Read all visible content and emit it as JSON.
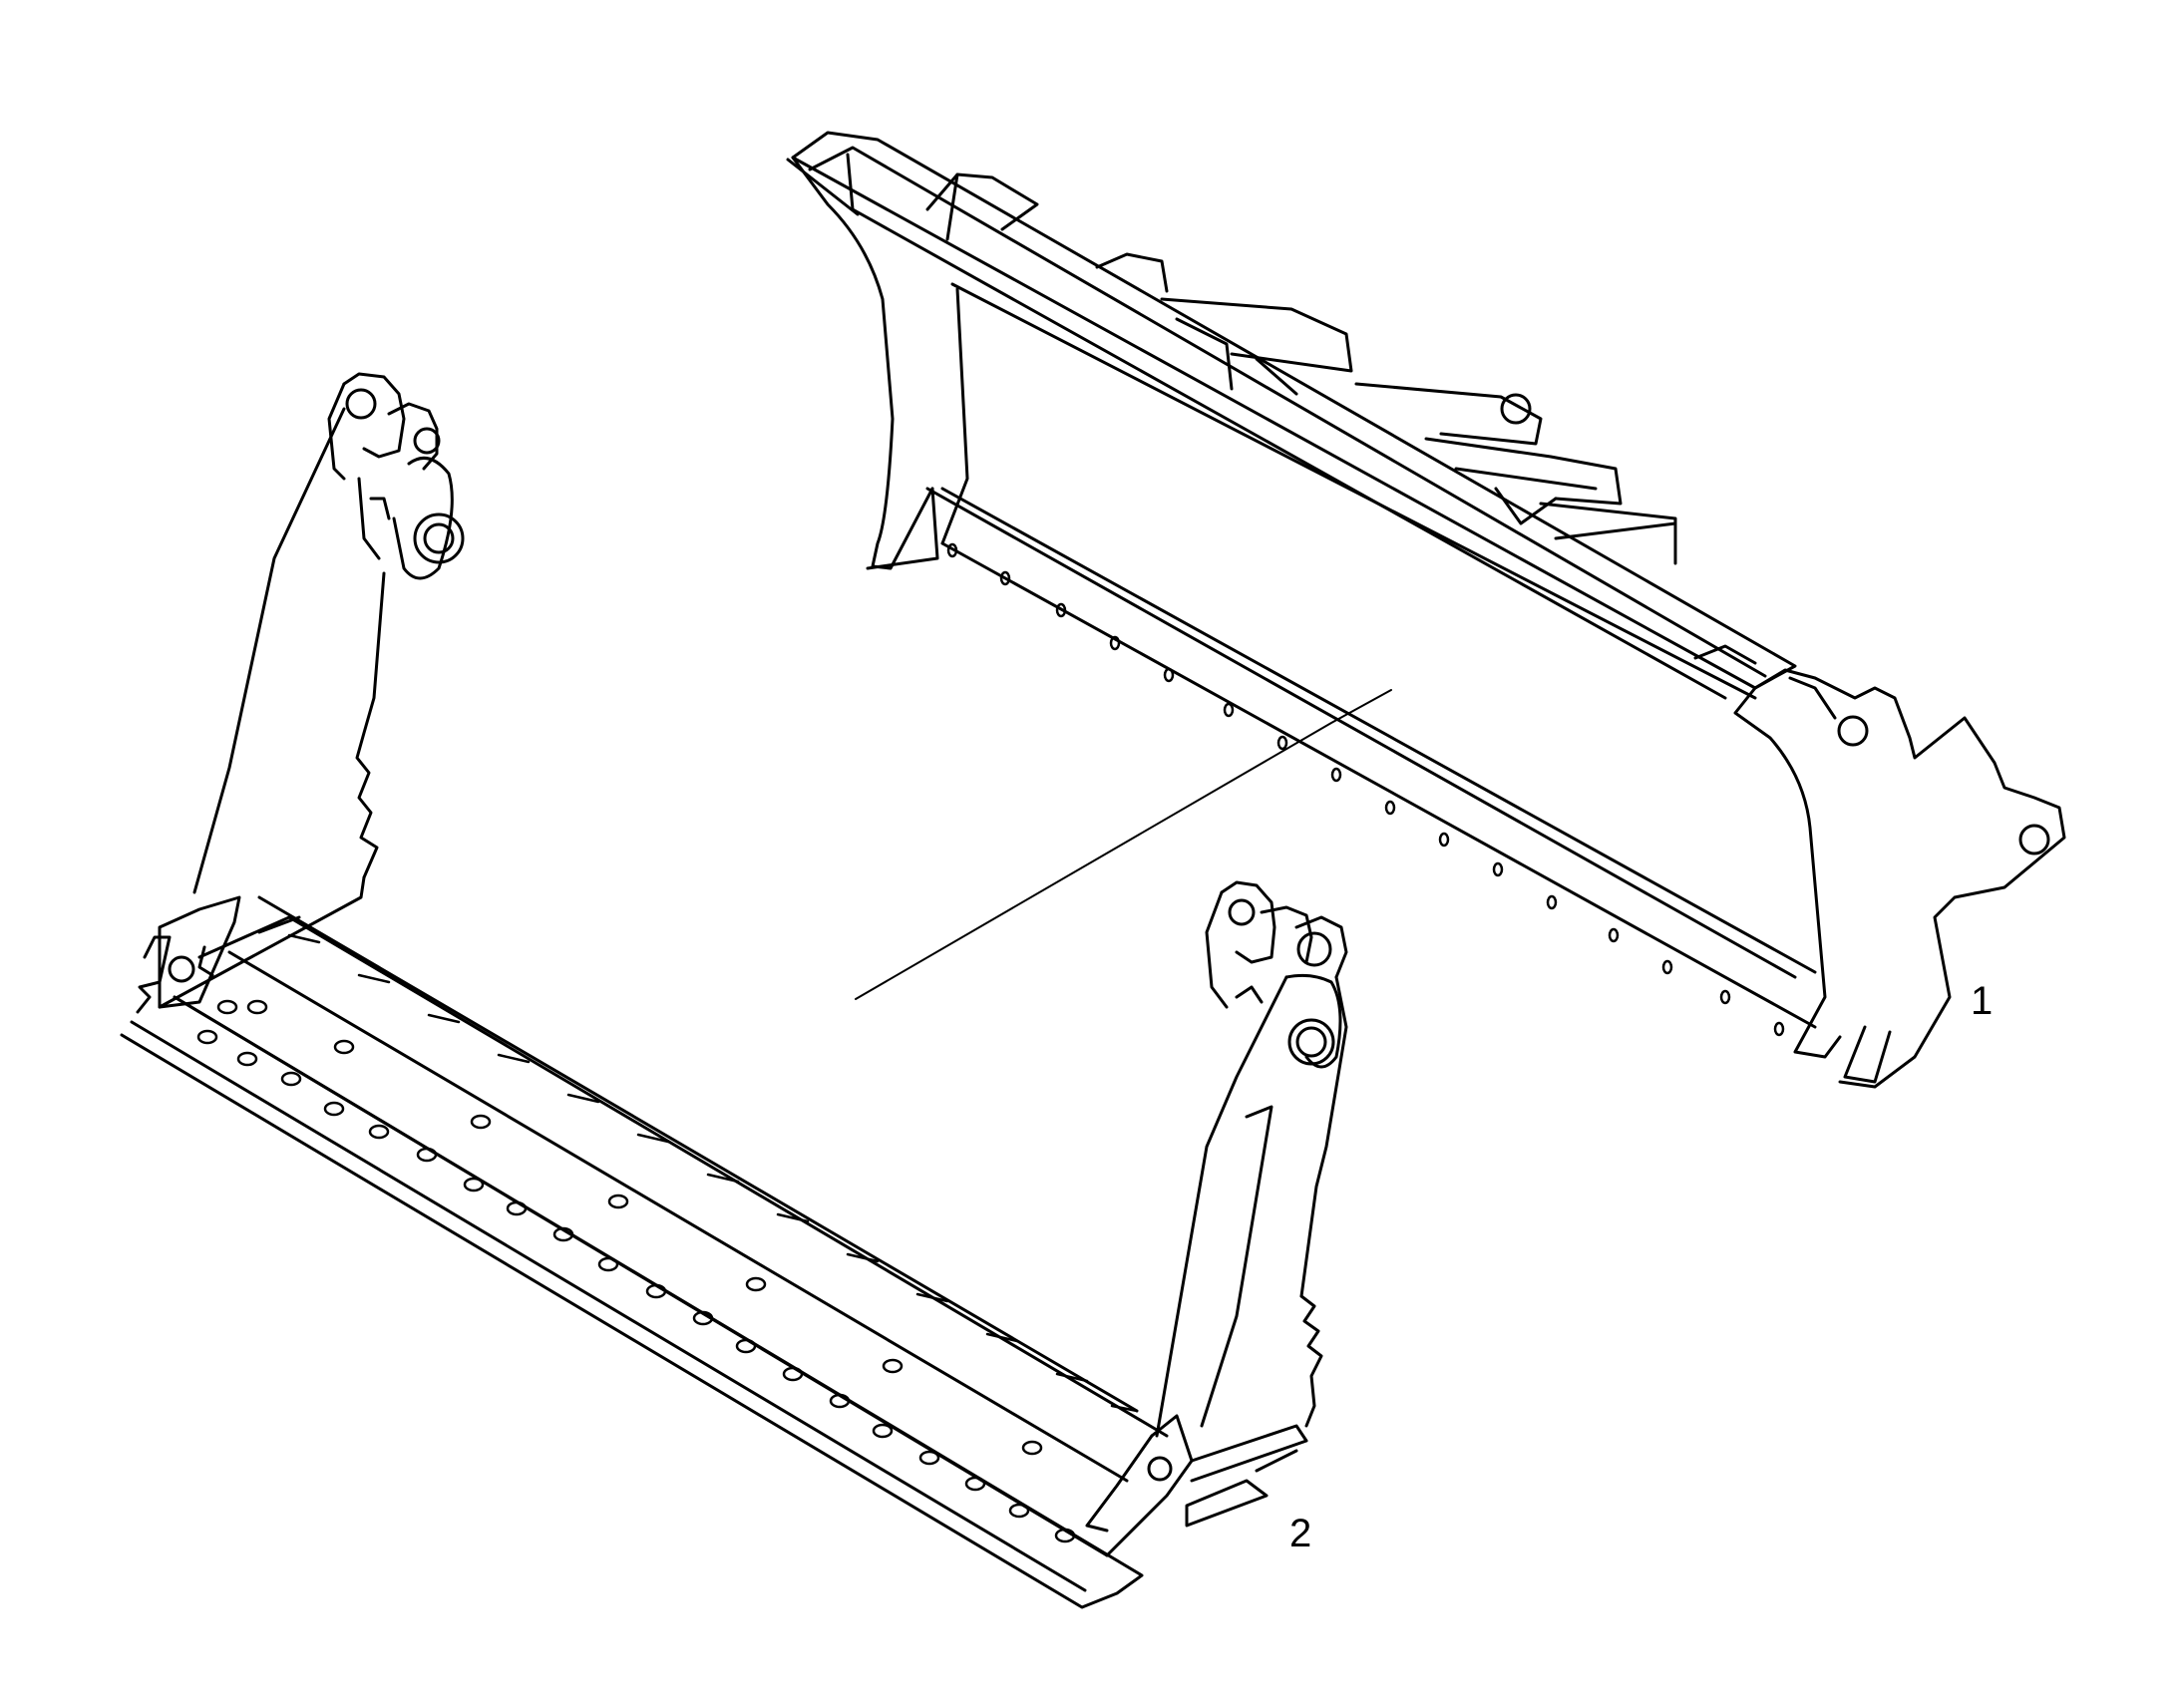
{
  "diagram": {
    "part_labels": [
      {
        "id": "1",
        "text": "1"
      },
      {
        "id": "2",
        "text": "2"
      }
    ],
    "colors": {
      "line": "#000000",
      "fill": "#ffffff"
    }
  }
}
